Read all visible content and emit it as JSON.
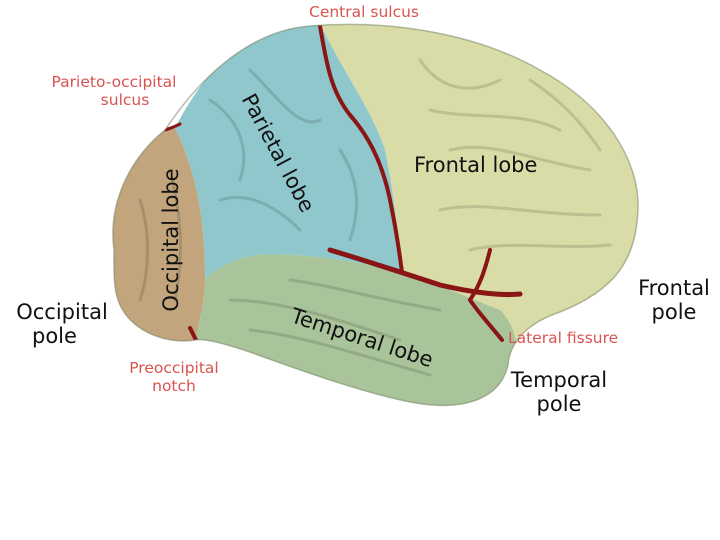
{
  "colors": {
    "frontal": "#d9dca6",
    "parietal": "#8fc7cc",
    "occipital": "#c2a57c",
    "temporal": "#a9c49a",
    "sulcus": "#8a1515",
    "annotation": "#d9534f",
    "text": "#111111"
  },
  "lobes": {
    "frontal": "Frontal lobe",
    "parietal": "Parietal lobe",
    "occipital": "Occipital lobe",
    "temporal": "Temporal lobe"
  },
  "sulci": {
    "central": "Central sulcus",
    "parieto_occipital": [
      "Parieto-occipital",
      "sulcus"
    ],
    "preoccipital": [
      "Preoccipital",
      "notch"
    ],
    "lateral": "Lateral fissure"
  },
  "poles": {
    "occipital": [
      "Occipital",
      "pole"
    ],
    "frontal": [
      "Frontal",
      "pole"
    ],
    "temporal": [
      "Temporal",
      "pole"
    ]
  }
}
